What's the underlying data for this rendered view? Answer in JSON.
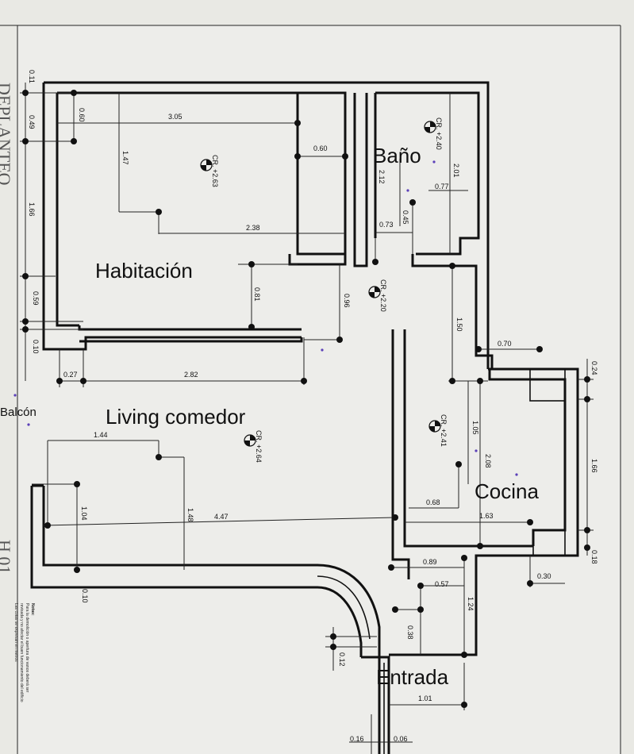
{
  "rooms": {
    "habitacion": "Habitación",
    "living": "Living comedor",
    "bano": "Baño",
    "cocina": "Cocina",
    "entrada": "Entrada",
    "balcon": "Balcón"
  },
  "levels": {
    "habitacion": "CR. +2.63",
    "bano": "CR. +2.40",
    "pasillo": "CR. +2.20",
    "cocina": "CR. +2.41",
    "living": "CR. +2.64"
  },
  "dimensions": {
    "d_011": "0.11",
    "d_049": "0.49",
    "d_060a": "0.60",
    "d_305": "3.05",
    "d_147": "1.47",
    "d_060b": "0.60",
    "d_166a": "1.66",
    "d_238": "2.38",
    "d_212": "2.12",
    "d_201": "2.01",
    "d_077": "0.77",
    "d_073": "0.73",
    "d_045": "0.45",
    "d_059": "0.59",
    "d_081": "0.81",
    "d_096": "0.96",
    "d_010a": "0.10",
    "d_150": "1.50",
    "d_070": "0.70",
    "d_027": "0.27",
    "d_282": "2.82",
    "d_024": "0.24",
    "d_144": "1.44",
    "d_105": "1.05",
    "d_208": "2.08",
    "d_166b": "1.66",
    "d_104": "1.04",
    "d_148": "1.48",
    "d_447": "4.47",
    "d_068": "0.68",
    "d_163": "1.63",
    "d_018": "0.18",
    "d_030": "0.30",
    "d_089": "0.89",
    "d_057": "0.57",
    "d_124": "1.24",
    "d_010b": "0.10",
    "d_038": "0.38",
    "d_012": "0.12",
    "d_101": "1.01",
    "d_016": "0.16",
    "d_006": "0.06"
  },
  "edge_text": {
    "left_top": "DEPLANTEO",
    "left_bottom": "H 01"
  },
  "notes": [
    "Notas:",
    "Para la demolición o apertura de vanos deberá ser",
    "revisada y no afectar el buen funcionamiento del edificio",
    "Las cotas se expresan en metros"
  ]
}
